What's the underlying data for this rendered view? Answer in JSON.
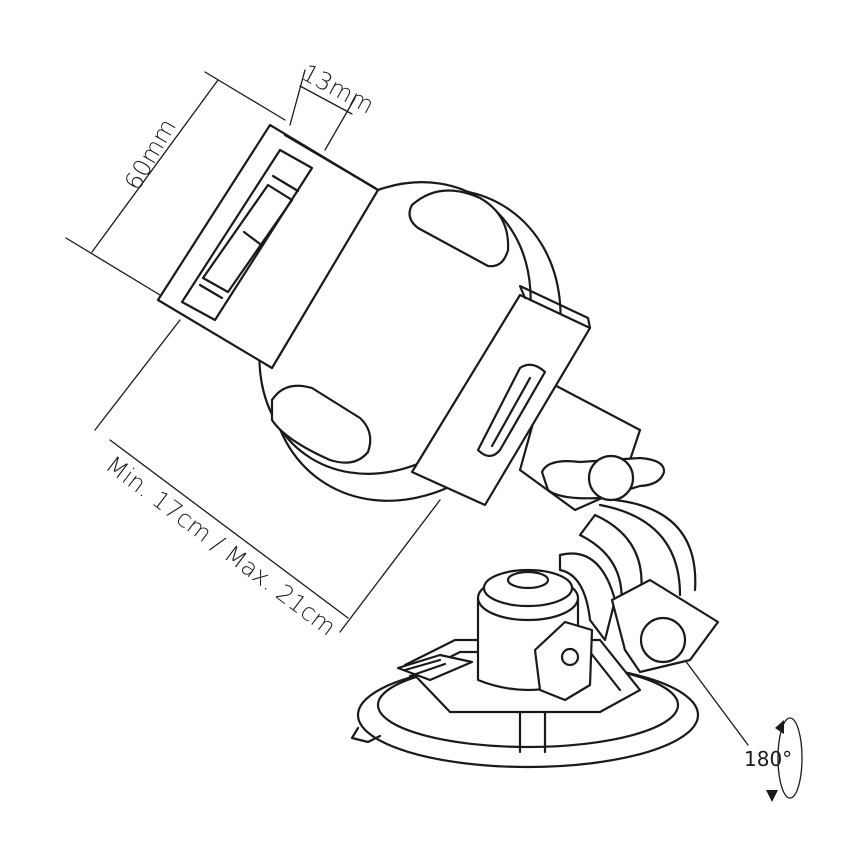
{
  "dimensions": {
    "height": "60mm",
    "depth": "13mm",
    "width_range": "Min. 17cm / Max. 21cm"
  },
  "rotation": {
    "angle": "180°"
  },
  "colors": {
    "line": "#1a1a1a",
    "background": "#ffffff"
  }
}
